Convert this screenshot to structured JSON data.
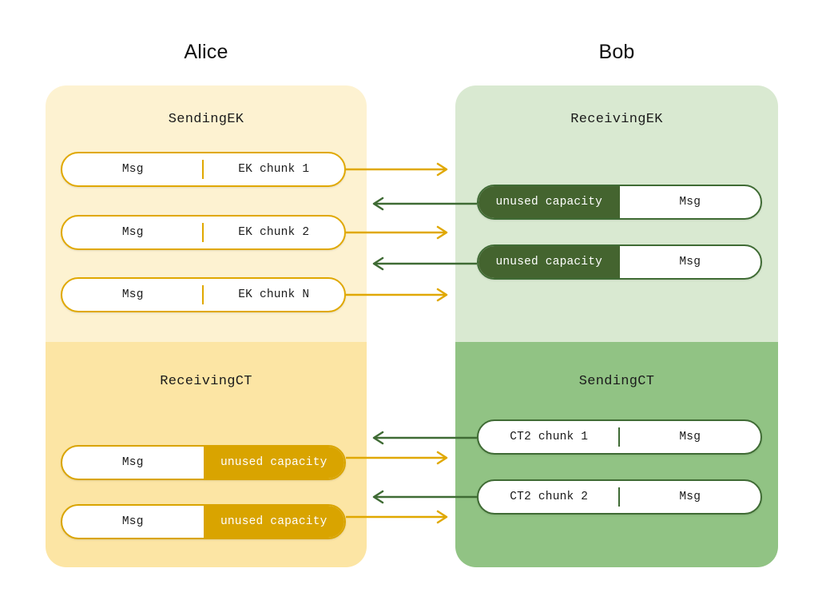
{
  "parties": {
    "left": {
      "name": "Alice"
    },
    "right": {
      "name": "Bob"
    }
  },
  "sections": {
    "sending_ek": {
      "title": "SendingEK"
    },
    "receiving_ek": {
      "title": "ReceivingEK"
    },
    "receiving_ct": {
      "title": "ReceivingCT"
    },
    "sending_ct": {
      "title": "SendingCT"
    }
  },
  "labels": {
    "msg": "Msg",
    "unused_capacity": "unused capacity"
  },
  "alice_sending_ek_pills": [
    {
      "left": "Msg",
      "right": "EK chunk 1"
    },
    {
      "left": "Msg",
      "right": "EK chunk 2"
    },
    {
      "left": "Msg",
      "right": "EK chunk N"
    }
  ],
  "bob_receiving_ek_pills": [
    {
      "left": "unused capacity",
      "right": "Msg"
    },
    {
      "left": "unused capacity",
      "right": "Msg"
    }
  ],
  "alice_receiving_ct_pills": [
    {
      "left": "Msg",
      "right": "unused capacity"
    },
    {
      "left": "Msg",
      "right": "unused capacity"
    }
  ],
  "bob_sending_ct_pills": [
    {
      "left": "CT2 chunk 1",
      "right": "Msg"
    },
    {
      "left": "CT2 chunk 2",
      "right": "Msg"
    }
  ],
  "arrows": {
    "alice_to_bob_count": 5,
    "bob_to_alice_count": 4,
    "alice_to_bob_direction": "right",
    "bob_to_alice_direction": "left"
  },
  "colors": {
    "alice_panel_top": "#FDF2D1",
    "alice_panel_bottom": "#FCE5A4",
    "bob_panel_top": "#D9E9D1",
    "bob_panel_bottom": "#91C384",
    "amber_stroke": "#E0A800",
    "amber_fill": "#D9A400",
    "green_stroke": "#3F6B34",
    "green_fill": "#44642F",
    "text": "#1b1b1b",
    "background": "#ffffff"
  }
}
